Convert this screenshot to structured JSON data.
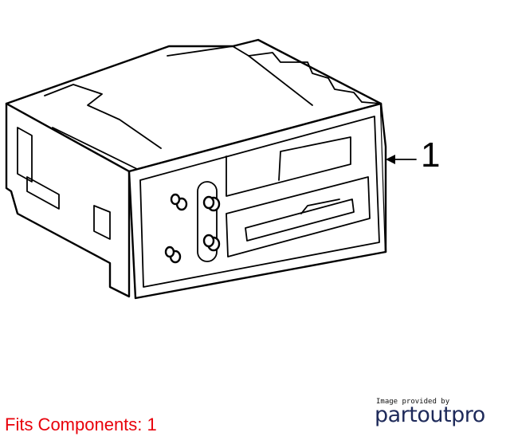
{
  "diagram": {
    "callouts": [
      {
        "label": "1"
      }
    ]
  },
  "footer": {
    "fits_text": "Fits Components: 1",
    "fits_color": "#e8000a",
    "provided_by": "Image provided by",
    "brand_logo_text": "partoutpro",
    "brand_color": "#1e2a5a"
  }
}
